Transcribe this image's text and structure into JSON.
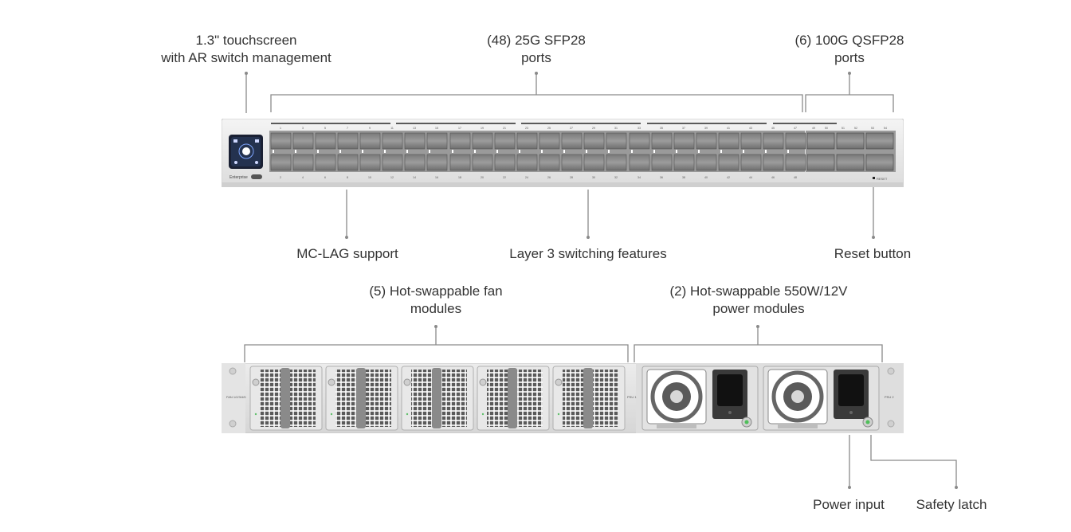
{
  "callouts": {
    "touchscreen": "1.3\" touchscreen\nwith AR switch management",
    "sfp28": "(48) 25G SFP28\nports",
    "qsfp28": "(6) 100G QSFP28\nports",
    "mclag": "MC-LAG support",
    "layer3": "Layer 3 switching features",
    "reset": "Reset button",
    "fans": "(5) Hot-swappable fan\nmodules",
    "power": "(2) Hot-swappable 550W/12V\npower modules",
    "power_input": "Power input",
    "safety_latch": "Safety latch"
  },
  "front_panel": {
    "brand": "Enterprise",
    "reset_label": "RESET",
    "top_port_numbers": [
      "1",
      "3",
      "5",
      "7",
      "9",
      "11",
      "13",
      "15",
      "17",
      "19",
      "21",
      "23",
      "25",
      "27",
      "29",
      "31",
      "33",
      "35",
      "37",
      "39",
      "41",
      "43",
      "45",
      "47"
    ],
    "bottom_port_numbers": [
      "2",
      "4",
      "6",
      "8",
      "10",
      "12",
      "14",
      "16",
      "18",
      "20",
      "22",
      "24",
      "26",
      "28",
      "30",
      "32",
      "34",
      "36",
      "38",
      "40",
      "42",
      "44",
      "46",
      "48"
    ],
    "qsfp_numbers": [
      "49",
      "50",
      "51",
      "52",
      "53",
      "54"
    ]
  },
  "rear_panel": {
    "fan_label": "FAN\n1/2/3/4/5",
    "psu1_label": "PSU 1",
    "psu2_label": "PSU 2"
  }
}
